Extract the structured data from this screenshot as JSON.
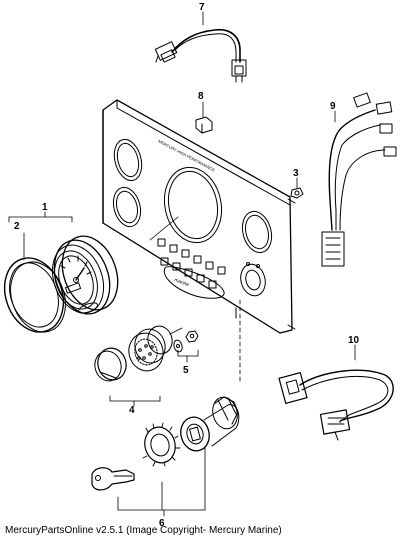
{
  "diagram": {
    "callouts": {
      "c1": "1",
      "c2": "2",
      "c3": "3",
      "c4": "4",
      "c5": "5",
      "c6": "6",
      "c7": "7",
      "c8": "8",
      "c9": "9",
      "c10": "10"
    },
    "panel_text": "MERCURY HIGH PERFORMANCE",
    "badge_text": "marine"
  },
  "footer": {
    "text": "MercuryPartsOnline v2.5.1 (Image Copyright- Mercury Marine)"
  },
  "colors": {
    "line": "#000000",
    "background": "#ffffff"
  }
}
